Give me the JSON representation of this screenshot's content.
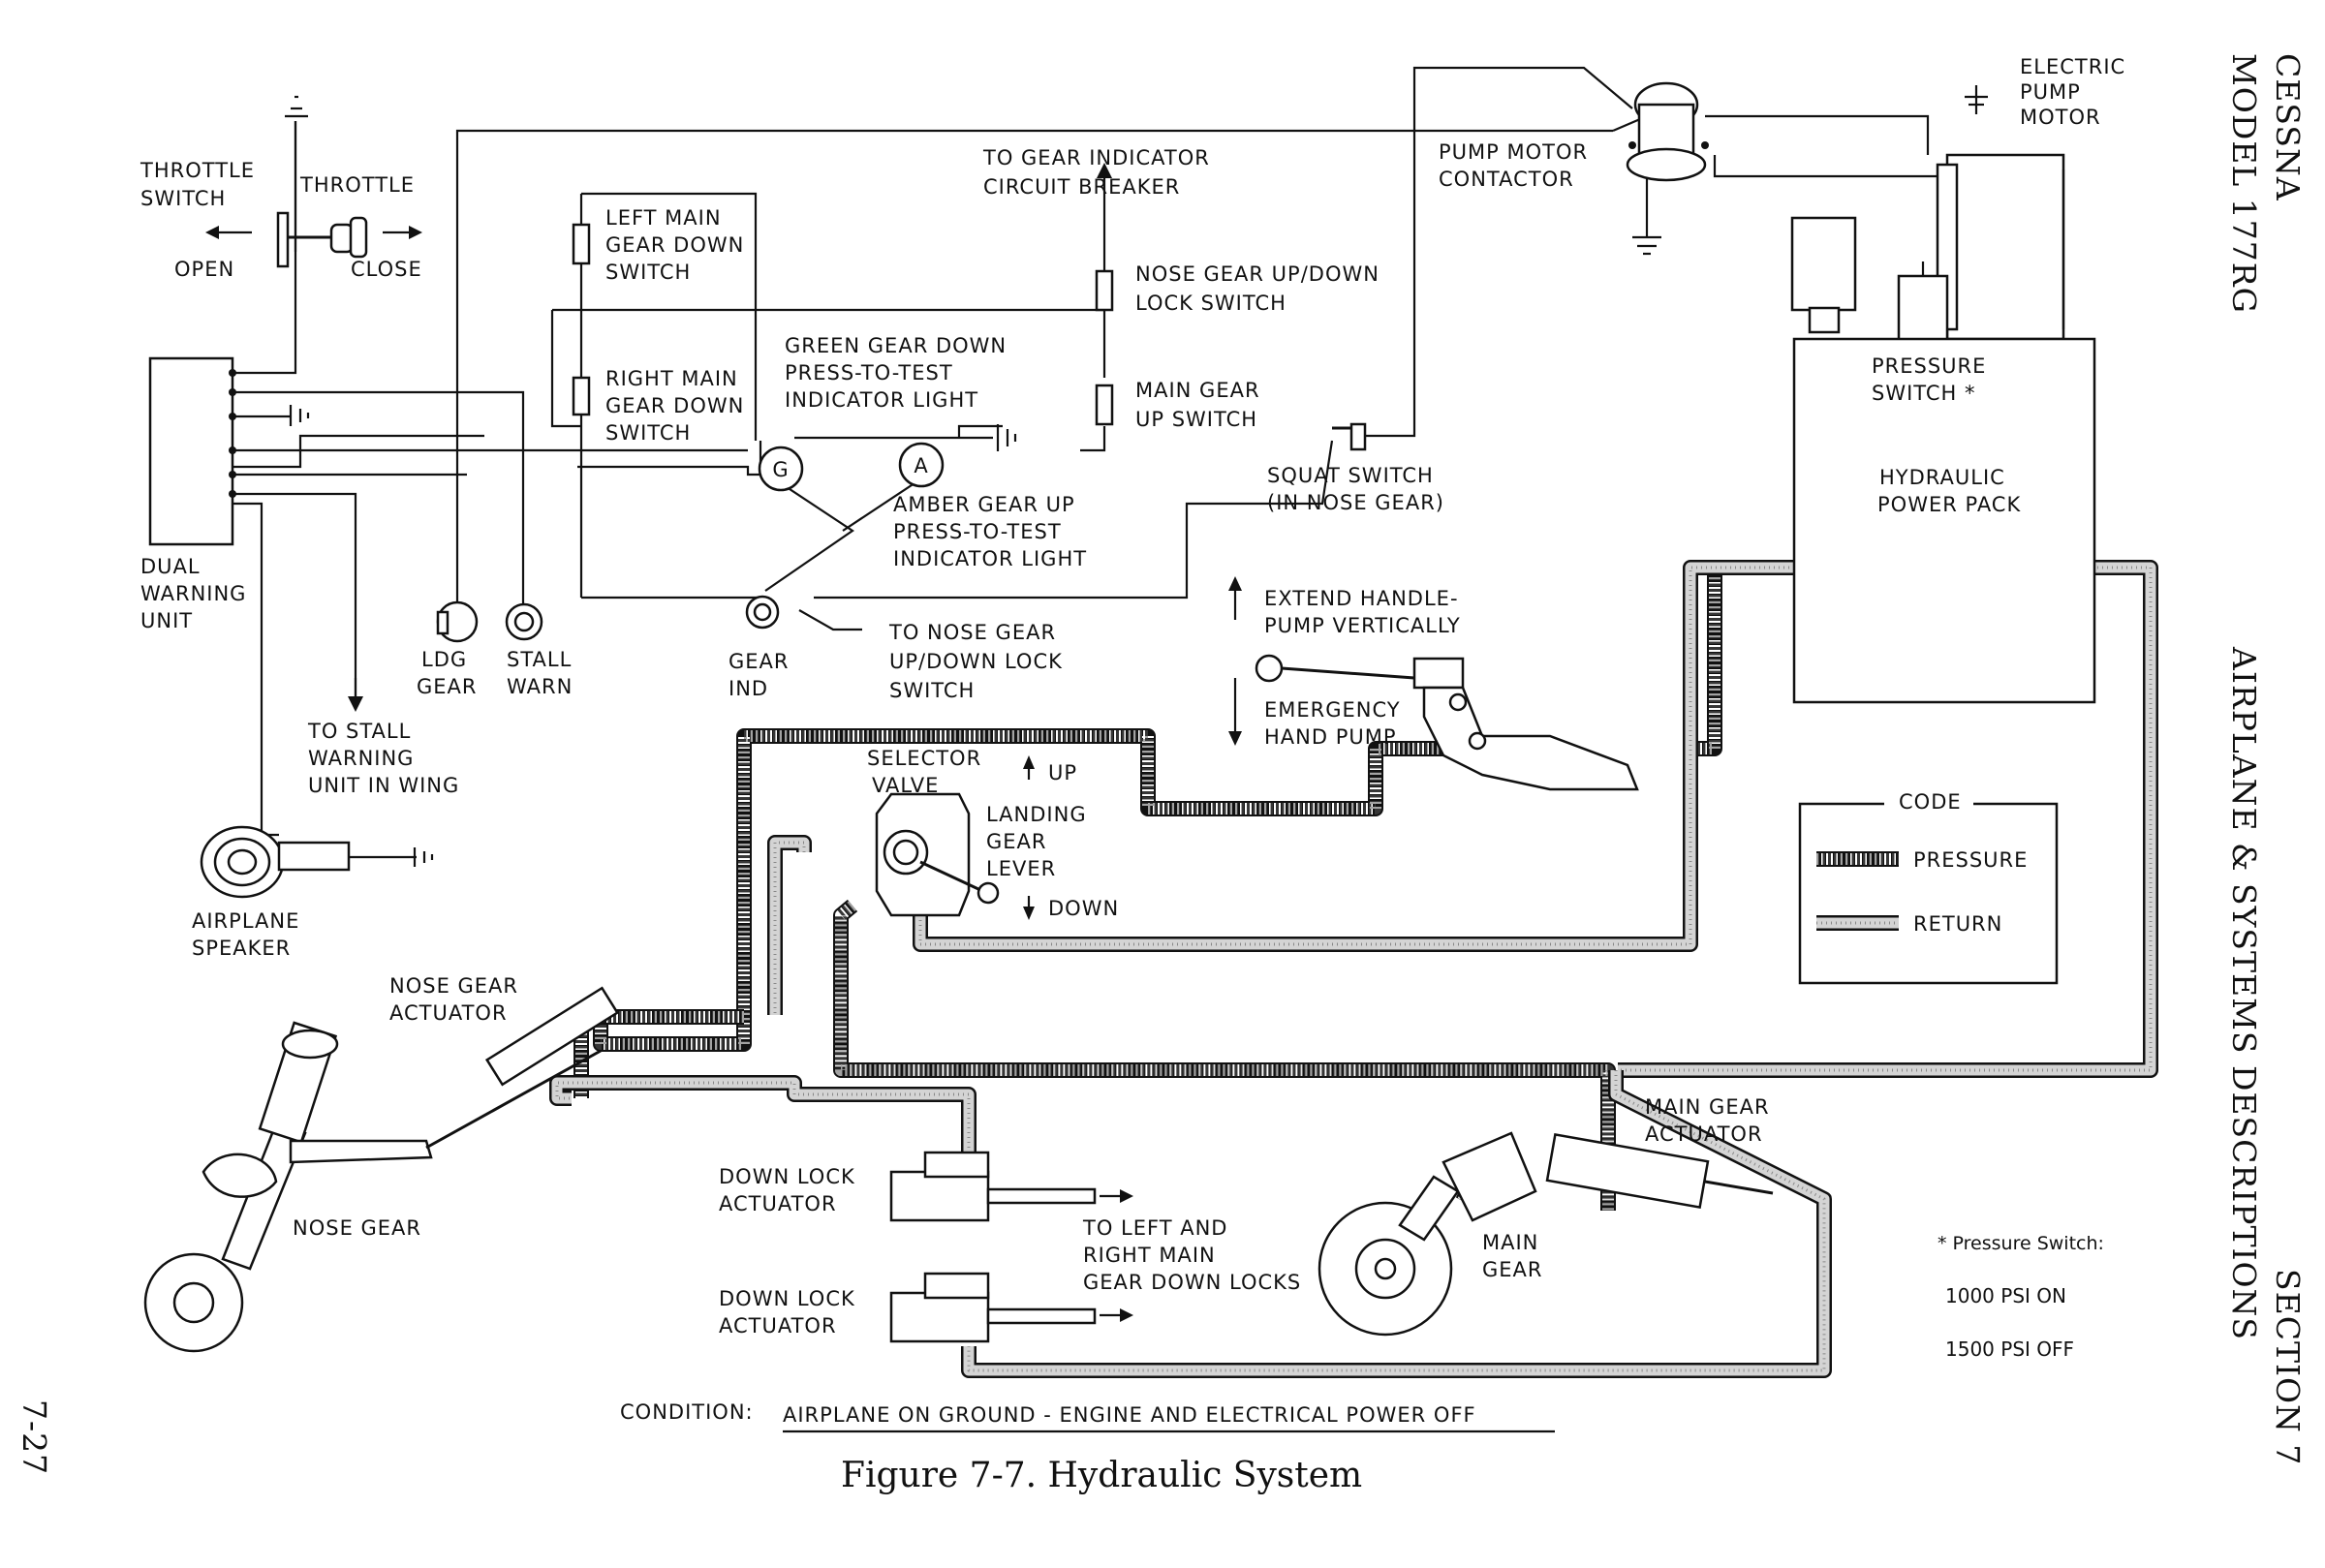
{
  "header": {
    "brand": "CESSNA",
    "model": "MODEL 177RG",
    "section": "SECTION 7",
    "section_title": "AIRPLANE & SYSTEMS DESCRIPTIONS",
    "page_number": "7-27"
  },
  "labels": {
    "throttle_switch": [
      "THROTTLE",
      "SWITCH"
    ],
    "throttle": "THROTTLE",
    "open": "OPEN",
    "close": "CLOSE",
    "dual_warning_unit": [
      "DUAL",
      "WARNING",
      "UNIT"
    ],
    "ldg_gear": [
      "LDG",
      "GEAR"
    ],
    "stall_warn": [
      "STALL",
      "WARN"
    ],
    "to_stall_warning": [
      "TO STALL",
      "WARNING",
      "UNIT IN WING"
    ],
    "airplane_speaker": [
      "AIRPLANE",
      "SPEAKER"
    ],
    "left_main_gear_down": [
      "LEFT MAIN",
      "GEAR DOWN",
      "SWITCH"
    ],
    "right_main_gear_down": [
      "RIGHT MAIN",
      "GEAR DOWN",
      "SWITCH"
    ],
    "green_light": [
      "GREEN GEAR DOWN",
      "PRESS-TO-TEST",
      "INDICATOR LIGHT"
    ],
    "amber_light": [
      "AMBER GEAR UP",
      "PRESS-TO-TEST",
      "INDICATOR LIGHT"
    ],
    "green_letter": "G",
    "amber_letter": "A",
    "to_gear_indicator": [
      "TO GEAR INDICATOR",
      "CIRCUIT BREAKER"
    ],
    "nose_gear_lock_switch": [
      "NOSE GEAR UP/DOWN",
      "LOCK SWITCH"
    ],
    "main_gear_up_switch": [
      "MAIN GEAR",
      "UP SWITCH"
    ],
    "squat_switch": [
      "SQUAT SWITCH",
      "(IN NOSE GEAR)"
    ],
    "gear_ind": [
      "GEAR",
      "IND"
    ],
    "to_nose_gear_switch": [
      "TO NOSE GEAR",
      "UP/DOWN LOCK",
      "SWITCH"
    ],
    "pump_motor_contactor": [
      "PUMP MOTOR",
      "CONTACTOR"
    ],
    "electric_pump_motor": [
      "ELECTRIC",
      "PUMP",
      "MOTOR"
    ],
    "pressure_switch": [
      "PRESSURE",
      "SWITCH *"
    ],
    "hydraulic_power_pack": [
      "HYDRAULIC",
      "POWER PACK"
    ],
    "extend_handle": [
      "EXTEND HANDLE-",
      "PUMP VERTICALLY"
    ],
    "emergency_hand_pump": [
      "EMERGENCY",
      "HAND PUMP"
    ],
    "selector_valve": [
      "SELECTOR",
      "VALVE"
    ],
    "up": "UP",
    "down": "DOWN",
    "landing_gear_lever": [
      "LANDING",
      "GEAR",
      "LEVER"
    ],
    "nose_gear_actuator": [
      "NOSE GEAR",
      "ACTUATOR"
    ],
    "nose_gear": "NOSE GEAR",
    "down_lock_actuator": [
      "DOWN LOCK",
      "ACTUATOR"
    ],
    "to_gear_down_locks": [
      "TO LEFT AND",
      "RIGHT MAIN",
      "GEAR DOWN LOCKS"
    ],
    "main_gear_actuator": [
      "MAIN GEAR",
      "ACTUATOR"
    ],
    "main_gear": [
      "MAIN",
      "GEAR"
    ]
  },
  "legend": {
    "title": "CODE",
    "pressure": "PRESSURE",
    "return": "RETURN"
  },
  "note": {
    "title": "* Pressure Switch:",
    "on": "1000 PSI ON",
    "off": "1500 PSI OFF"
  },
  "condition": {
    "label": "CONDITION:",
    "text": "AIRPLANE ON GROUND - ENGINE AND ELECTRICAL POWER OFF"
  },
  "caption": "Figure 7-7.  Hydraulic System"
}
